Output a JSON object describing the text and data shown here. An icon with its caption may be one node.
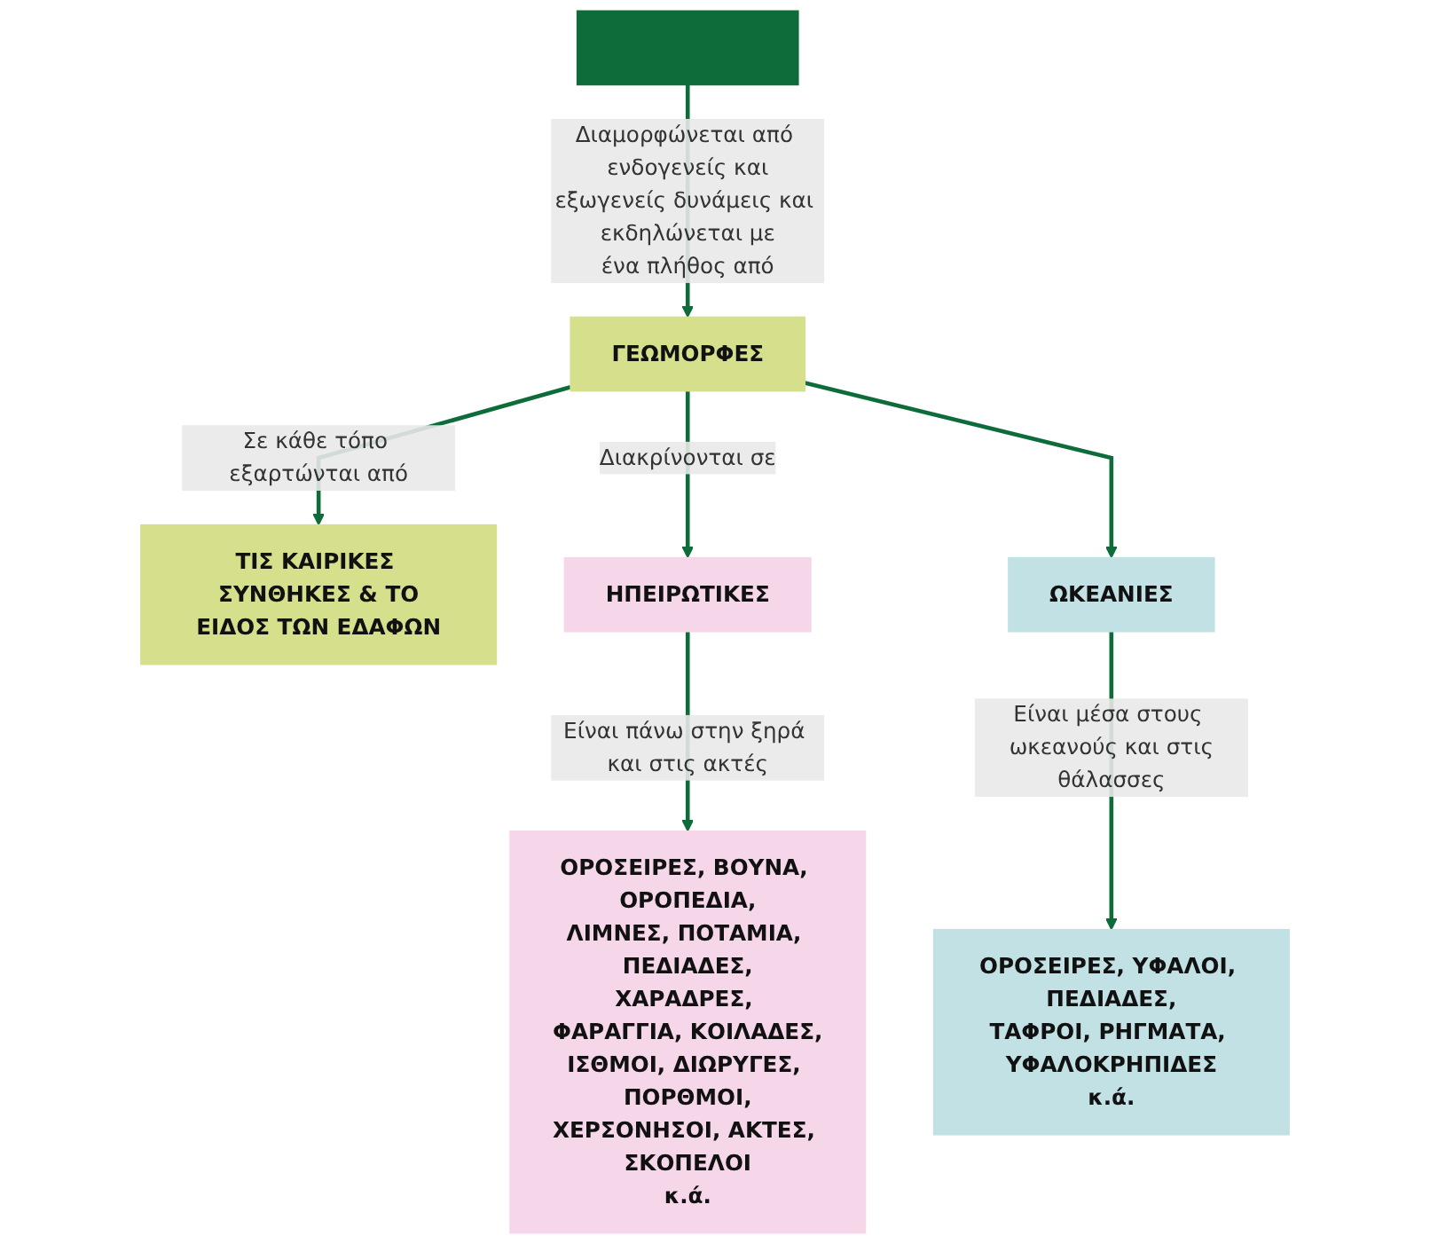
{
  "diagram": {
    "nodes": [
      {
        "text": [],
        "shape": "box"
      },
      {
        "text": [
          "ΤΙΣ ΚΑΙΡΙΚΕΣ ΣΥΝΘΗΚΕΣ & ΤΟ ΕΙΔΟΣ ΤΩΝ ΕΔΑΦΩΝ"
        ]
      },
      {
        "text": [
          "ΓΕΩΜΟΡΦΕΣ"
        ]
      },
      {
        "text": [
          "ΗΠΕΙΡΩΤΙΚΕΣ"
        ]
      },
      {
        "text": [
          "ΩΚΕΑΝΙΕΣ"
        ]
      },
      {
        "text": [
          "ΟΡΟΣΕΙΡΕΣ, ΒΟΥΝΑ, ΟΡΟΠΕΔΙΑ, ΛΙΜΝΕΣ, ΠΟΤΑΜΙΑ, ΠΕΔΙΑΔΕΣ, ΧΑΡΑΔΡΕΣ, ΦΑΡΑΓΓΙΑ, ΚΟΙΛΑΔΕΣ, ΙΣΘΜΟΙ, ΔΙΩΡΥΓΕΣ, ΠΟΡΘΜΟΙ, ΧΕΡΣΟΝΗΣΟΙ, ΑΚΤΕΣ, ΣΚΟΠΕΛΟΙ κ.ά."
        ]
      },
      {
        "text": [
          "ΟΡΟΣΕΙΡΕΣ, ΥΦΑΛΟΙ, ΠΕΔΙΑΔΕΣ, ΤΑΦΡΟΙ, ΡΗΓΜΑΤΑ, ΥΦΑΛΟΚΡΗΠΙΔΕΣ κ.ά."
        ]
      }
    ],
    "edges": [
      {
        "from": 0,
        "to": 2,
        "arrow": "to",
        "label": "Διαμορφώνεται από ενδογενείς και εξωγενείς δυνάμεις και εκδηλώνεται με ένα πλήθος από"
      },
      {
        "from": 2,
        "to": 1,
        "arrow": "to",
        "label": "Σε κάθε τόπο εξαρτώνται από"
      },
      {
        "from": 2,
        "to": 3,
        "arrow": "to",
        "label": "Διακρίνονται σε"
      },
      {
        "from": 2,
        "to": 4,
        "arrow": "to"
      },
      {
        "from": 3,
        "to": 5,
        "arrow": "to",
        "label": "Είναι πάνω στην ξηρά και στις ακτές"
      },
      {
        "from": 4,
        "to": 6,
        "arrow": "to",
        "label": "Είναι μέσα στους ωκεανούς και στις θάλασσες"
      }
    ]
  }
}
